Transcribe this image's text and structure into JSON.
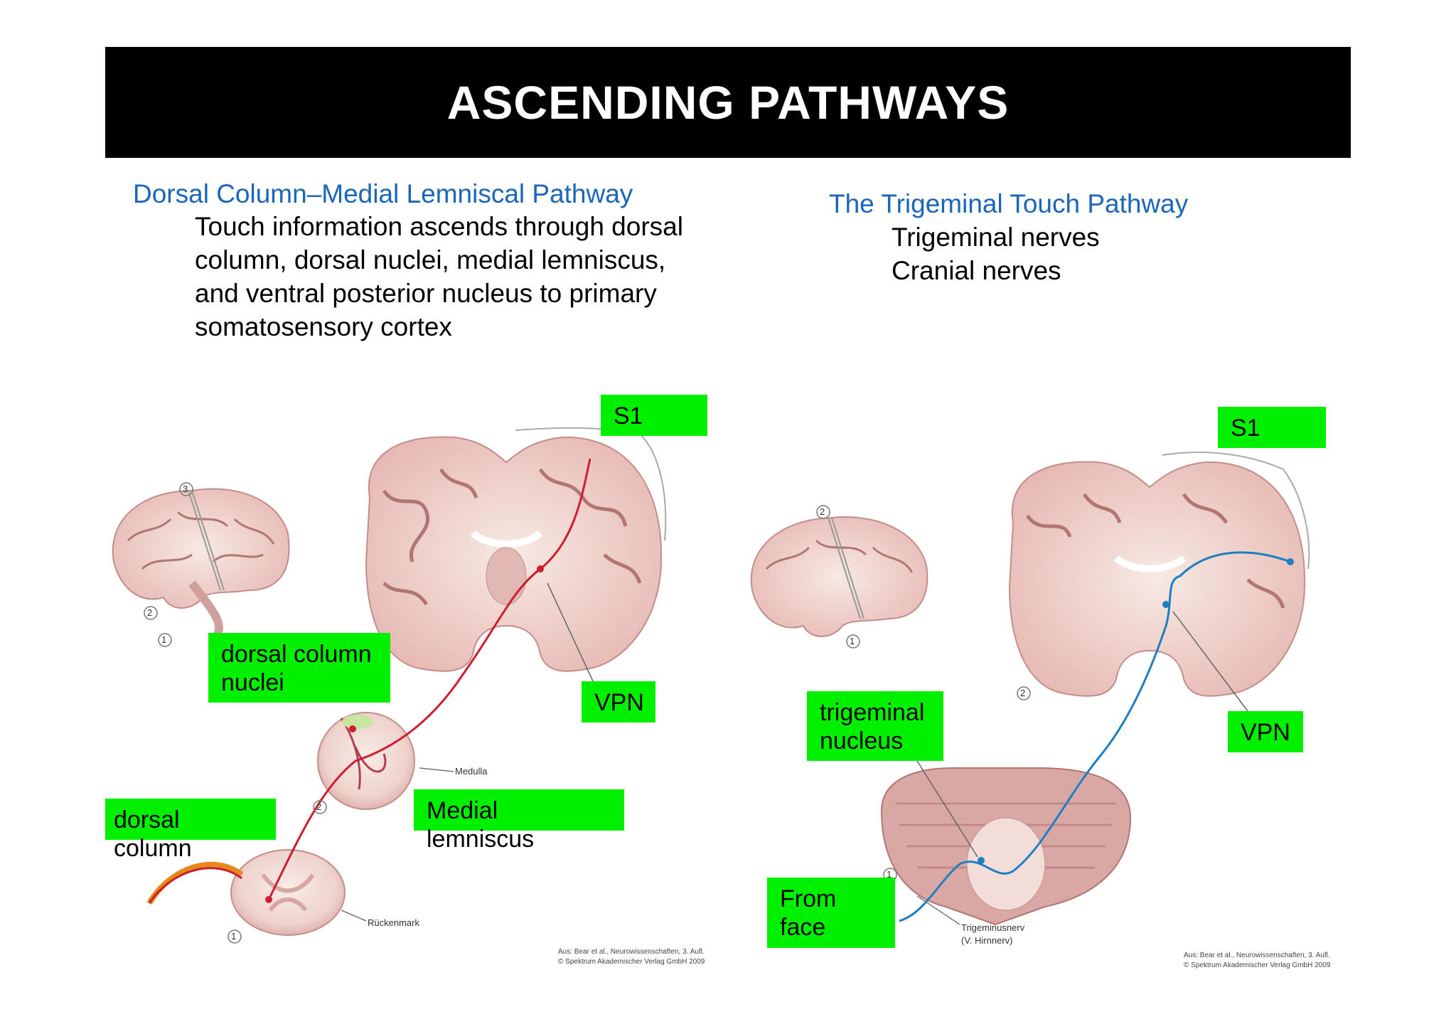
{
  "slide": {
    "title": "ASCENDING PATHWAYS"
  },
  "left": {
    "heading": "Dorsal Column–Medial Lemniscal Pathway",
    "body_lines": [
      "Touch information ascends through dorsal",
      "column, dorsal nuclei, medial lemniscus,",
      "and ventral posterior nucleus to primary",
      "somatosensory cortex"
    ],
    "labels": {
      "s1": "S1",
      "dcn": [
        "dorsal column",
        "nuclei"
      ],
      "vpn": "VPN",
      "dorsal_column": "dorsal column",
      "medial_lemniscus": "Medial lemniscus"
    },
    "figure_text": {
      "medulla": "Medulla",
      "spinal_cord": "Rückenmark",
      "markers": [
        "1",
        "2",
        "3"
      ],
      "credit": [
        "Aus: Bear et al., Neurowissenschaften, 3. Aufl.",
        "© Spektrum Akademischer Verlag GmbH 2009"
      ]
    }
  },
  "right": {
    "heading": "The Trigeminal Touch Pathway",
    "body_lines": [
      "Trigeminal nerves",
      "Cranial nerves"
    ],
    "labels": {
      "s1": "S1",
      "trigeminal_nucleus": [
        "trigeminal",
        "nucleus"
      ],
      "vpn": "VPN",
      "from_face": [
        "From",
        "face"
      ]
    },
    "figure_text": {
      "nerve": [
        "Trigeminusnerv",
        "(V. Hirnnerv)"
      ],
      "markers": [
        "1",
        "2"
      ],
      "credit": [
        "Aus: Bear et al., Neurowissenschaften, 3. Aufl.",
        "© Spektrum Akademischer Verlag GmbH 2009"
      ]
    }
  },
  "colors": {
    "banner": "#000000",
    "heading": "#1a66b8",
    "label_bg": "#00f000",
    "left_pathway": "#cc1e2e",
    "right_pathway": "#1f7fc0",
    "tissue": "#e8c4c0"
  }
}
